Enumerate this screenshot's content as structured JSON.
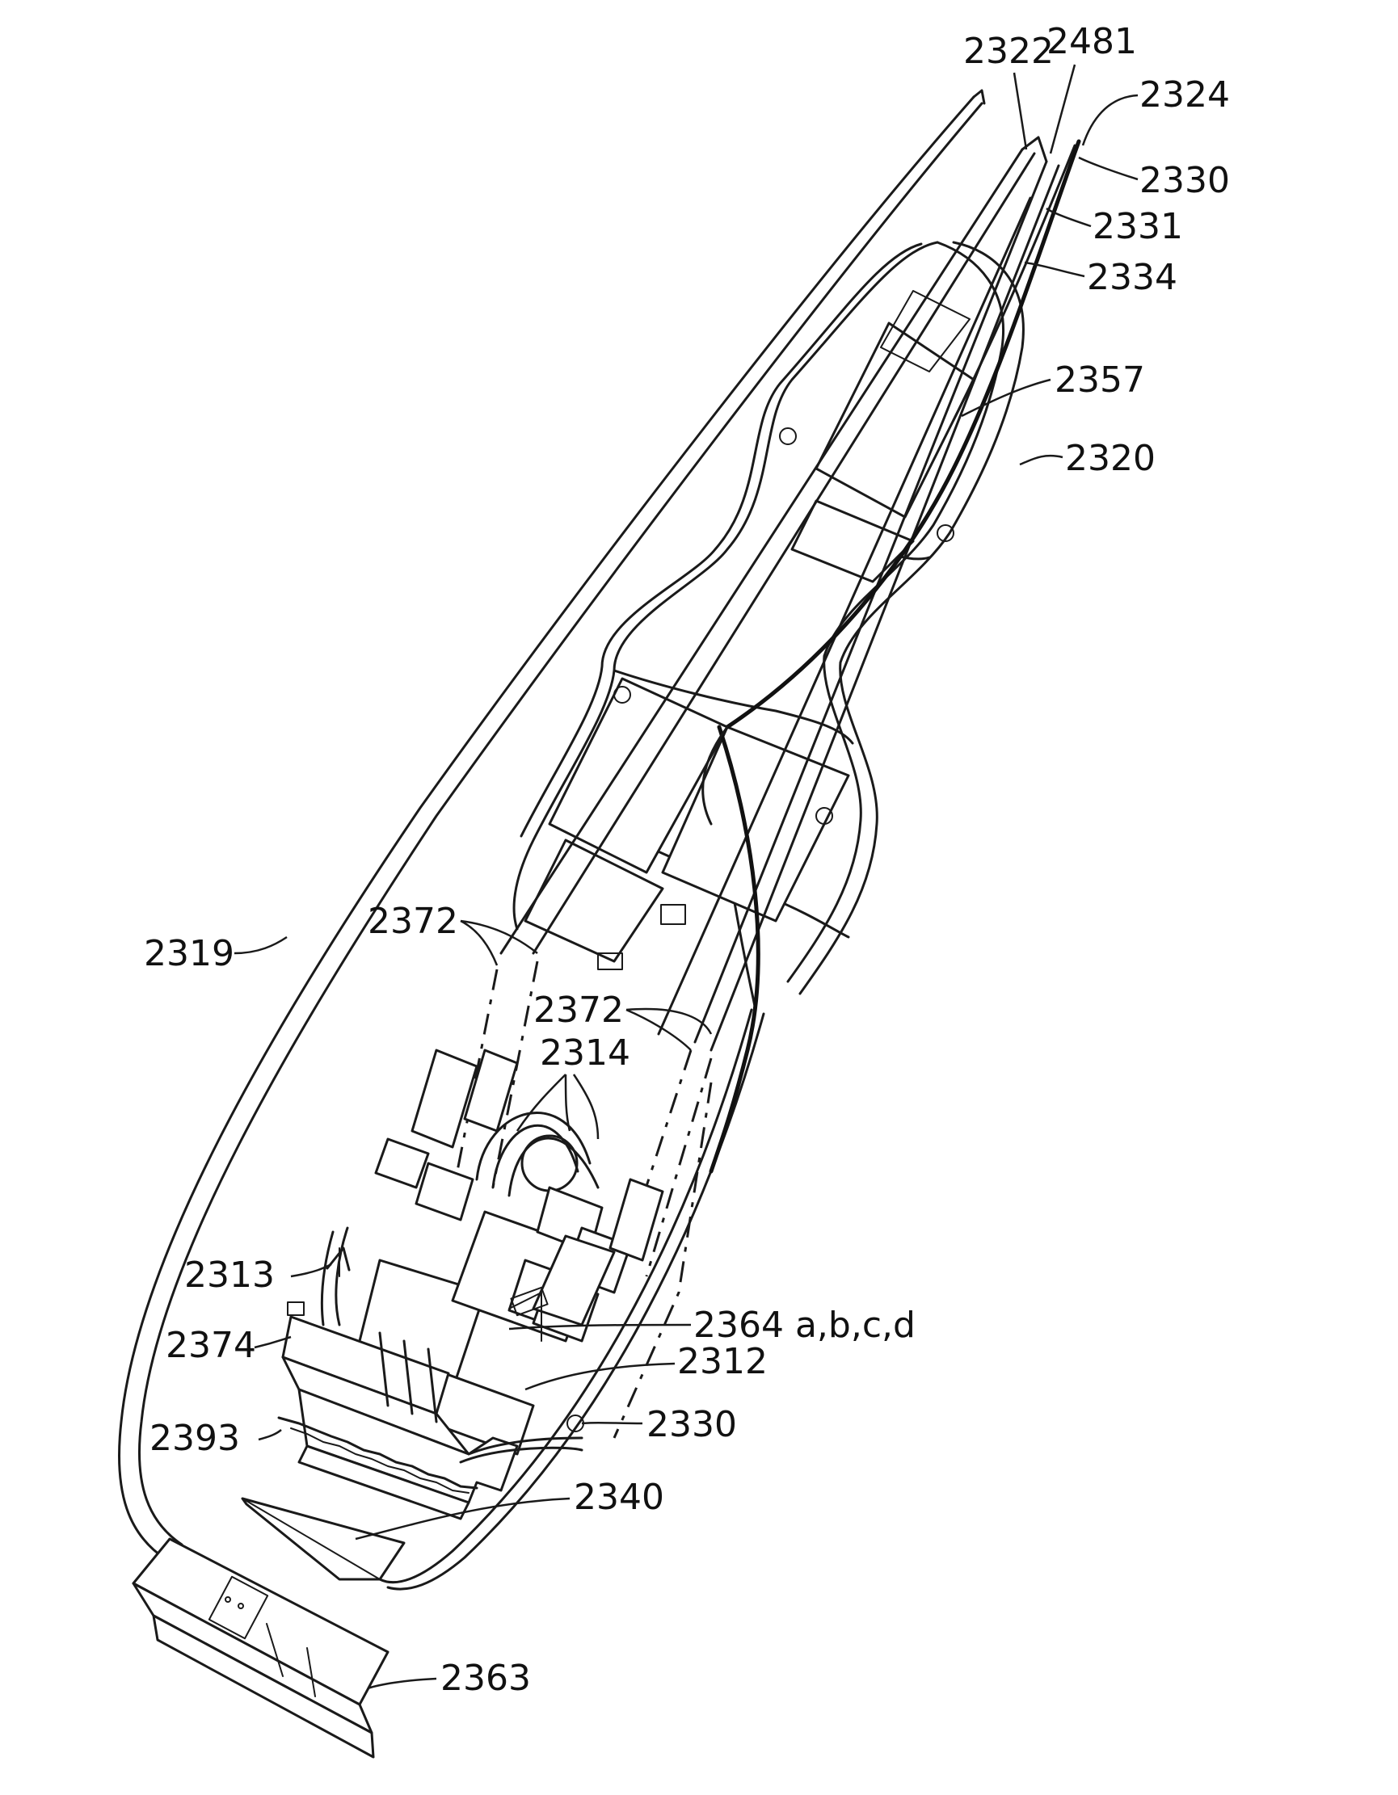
{
  "figure": {
    "labels": {
      "l2322": "2322",
      "l2481": "2481",
      "l2324": "2324",
      "l2330_top": "2330",
      "l2331": "2331",
      "l2334": "2334",
      "l2357": "2357",
      "l2320": "2320",
      "l2319": "2319",
      "l2372_a": "2372",
      "l2372_b": "2372",
      "l2314": "2314",
      "l2313": "2313",
      "l2364": "2364 a,b,c,d",
      "l2374": "2374",
      "l2312": "2312",
      "l2330_bottom": "2330",
      "l2393": "2393",
      "l2340": "2340",
      "l2363": "2363"
    }
  }
}
